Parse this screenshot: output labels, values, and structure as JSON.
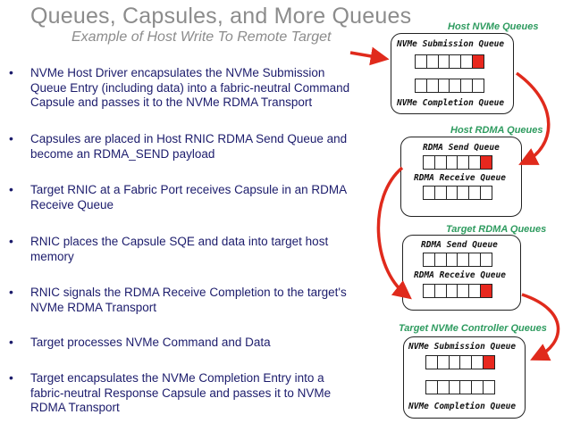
{
  "header": {
    "title": "Queues, Capsules, and More Queues",
    "subtitle": "Example of Host Write To Remote Target"
  },
  "bullets": [
    "NVMe Host Driver encapsulates the NVMe Submission Queue Entry (including data) into a fabric-neutral Command Capsule and passes it to the NVMe RDMA Transport",
    "Capsules are placed in Host RNIC RDMA Send Queue and become an RDMA_SEND payload",
    "Target RNIC at a Fabric Port receives Capsule in an RDMA Receive Queue",
    "RNIC places the Capsule SQE and data into target host memory",
    "RNIC signals the RDMA Receive Completion to the target's NVMe RDMA Transport",
    "Target processes NVMe Command and Data",
    "Target encapsulates the NVMe Completion Entry into a fabric-neutral Response Capsule and passes it to NVMe RDMA Transport"
  ],
  "bullet_symbol": "•",
  "groups": [
    {
      "label": "Host NVMe Queues",
      "queues": [
        {
          "label": "NVMe Submission Queue",
          "highlight": true
        },
        {
          "label": "NVMe Completion Queue",
          "highlight": false
        }
      ]
    },
    {
      "label": "Host RDMA Queues",
      "queues": [
        {
          "label": "RDMA Send Queue",
          "highlight": true
        },
        {
          "label": "RDMA Receive Queue",
          "highlight": false
        }
      ]
    },
    {
      "label": "Target RDMA Queues",
      "queues": [
        {
          "label": "RDMA Send Queue",
          "highlight": false
        },
        {
          "label": "RDMA Receive Queue",
          "highlight": true
        }
      ]
    },
    {
      "label": "Target NVMe Controller Queues",
      "queues": [
        {
          "label": "NVMe Submission Queue",
          "highlight": true
        },
        {
          "label": "NVMe Completion Queue",
          "highlight": false
        }
      ]
    }
  ],
  "colors": {
    "title": "#8c8c8c",
    "bullet_text": "#1c1c6c",
    "group_label": "#2e9b5f",
    "highlight_cell": "#e8281e",
    "arrow": "#e02a1c"
  }
}
